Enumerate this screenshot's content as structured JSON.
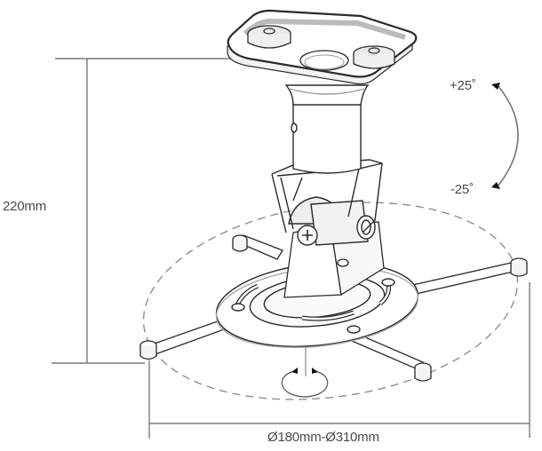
{
  "diagram": {
    "subject": "Projector ceiling mount",
    "dimensions": {
      "height_label": "220mm",
      "width_label": "Ø180mm-Ø310mm"
    },
    "tilt": {
      "up_label": "+25˚",
      "down_label": "-25˚"
    },
    "components": [
      {
        "name": "ceiling-plate",
        "label": ""
      },
      {
        "name": "extension-pole",
        "label": ""
      },
      {
        "name": "tilt-bracket",
        "label": ""
      },
      {
        "name": "swivel-joint",
        "label": ""
      },
      {
        "name": "projector-plate",
        "label": ""
      },
      {
        "name": "adjustable-arms",
        "count": 4
      }
    ],
    "colors": {
      "line": "#2a2a2a",
      "dimension_line": "#7a7a7a",
      "dashed_ellipse": "#8a8a8a",
      "text": "#4a4a4a",
      "background": "#ffffff"
    }
  }
}
